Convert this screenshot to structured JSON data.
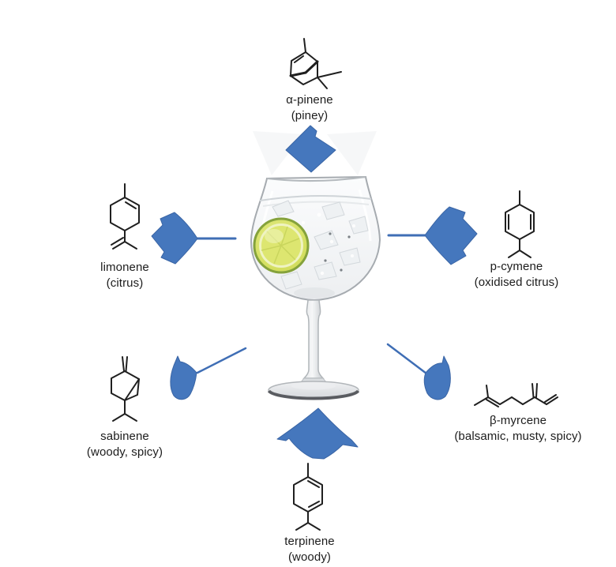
{
  "figure": {
    "subject": "gin and tonic balloon glass with ice and lime wheel",
    "colors": {
      "arrow_blue": "#4577bd",
      "arrow_blue_edge": "#3a65a5",
      "lime_green": "#c9d64d",
      "lime_rim_green": "#85a23c",
      "structure_ink": "#1f1f1f"
    },
    "molecules": [
      {
        "id": "alpha-pinene",
        "name": "α-pinene",
        "descriptor": "(piney)",
        "position": "top"
      },
      {
        "id": "limonene",
        "name": "limonene",
        "descriptor": "(citrus)",
        "position": "left"
      },
      {
        "id": "p-cymene",
        "name": "p-cymene",
        "descriptor": "(oxidised citrus)",
        "position": "right"
      },
      {
        "id": "sabinene",
        "name": "sabinene",
        "descriptor": "(woody, spicy)",
        "position": "bottom-left"
      },
      {
        "id": "beta-myrcene",
        "name": "β-myrcene",
        "descriptor": "(balsamic, musty, spicy)",
        "position": "bottom-right"
      },
      {
        "id": "terpinene",
        "name": "terpinene",
        "descriptor": "(woody)",
        "position": "bottom"
      }
    ]
  }
}
